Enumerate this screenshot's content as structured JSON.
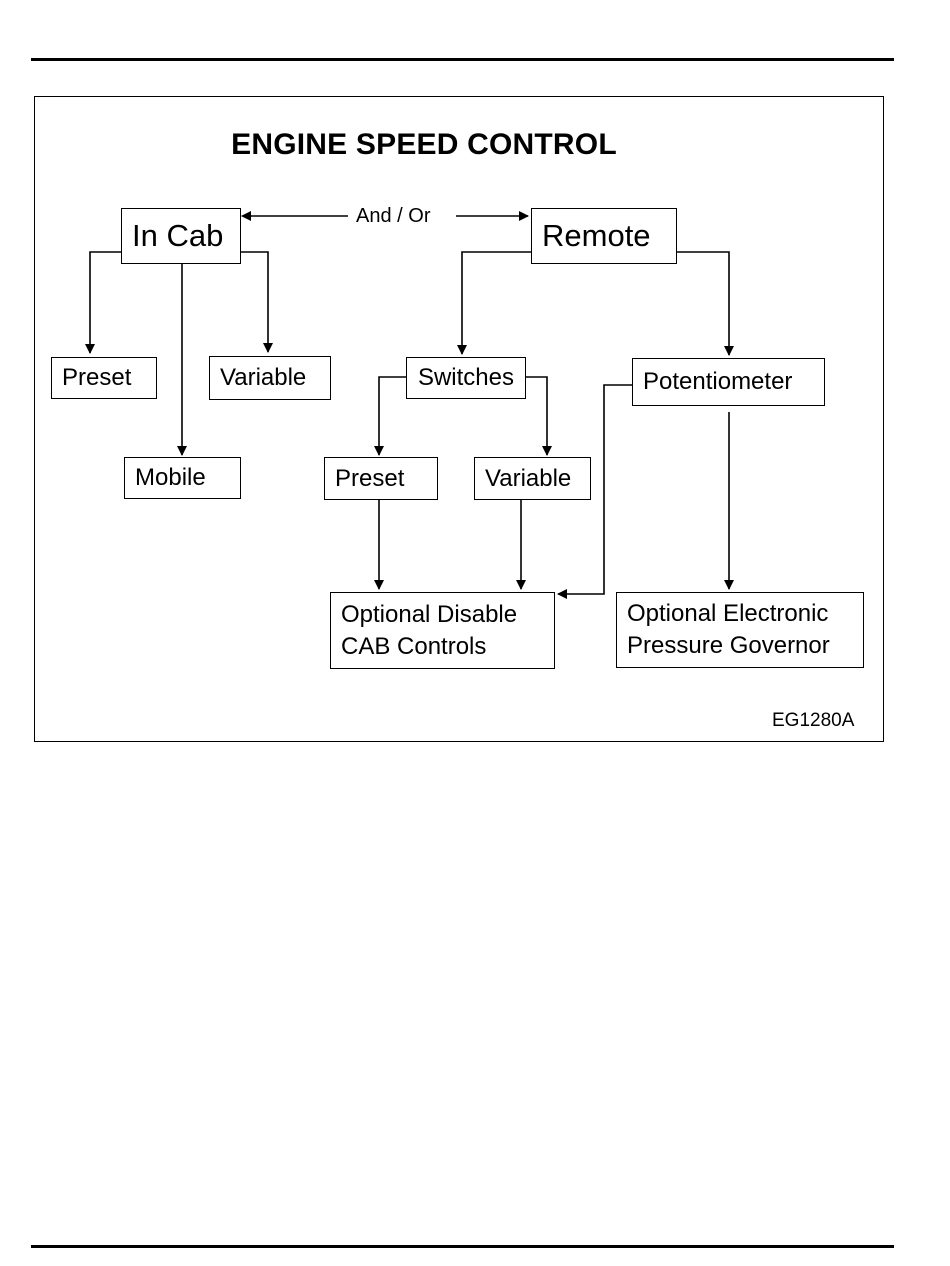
{
  "title": "ENGINE SPEED CONTROL",
  "reference": "EG1280A",
  "link_label": "And / Or",
  "nodes": {
    "in_cab": "In Cab",
    "remote": "Remote",
    "in_cab_preset": "Preset",
    "in_cab_variable": "Variable",
    "in_cab_mobile": "Mobile",
    "switches": "Switches",
    "potentiometer": "Potentiometer",
    "switch_preset": "Preset",
    "switch_variable": "Variable",
    "disable_cab_controls": [
      "Optional Disable",
      "CAB Controls"
    ],
    "pressure_governor": [
      "Optional Electronic",
      "Pressure Governor"
    ]
  }
}
